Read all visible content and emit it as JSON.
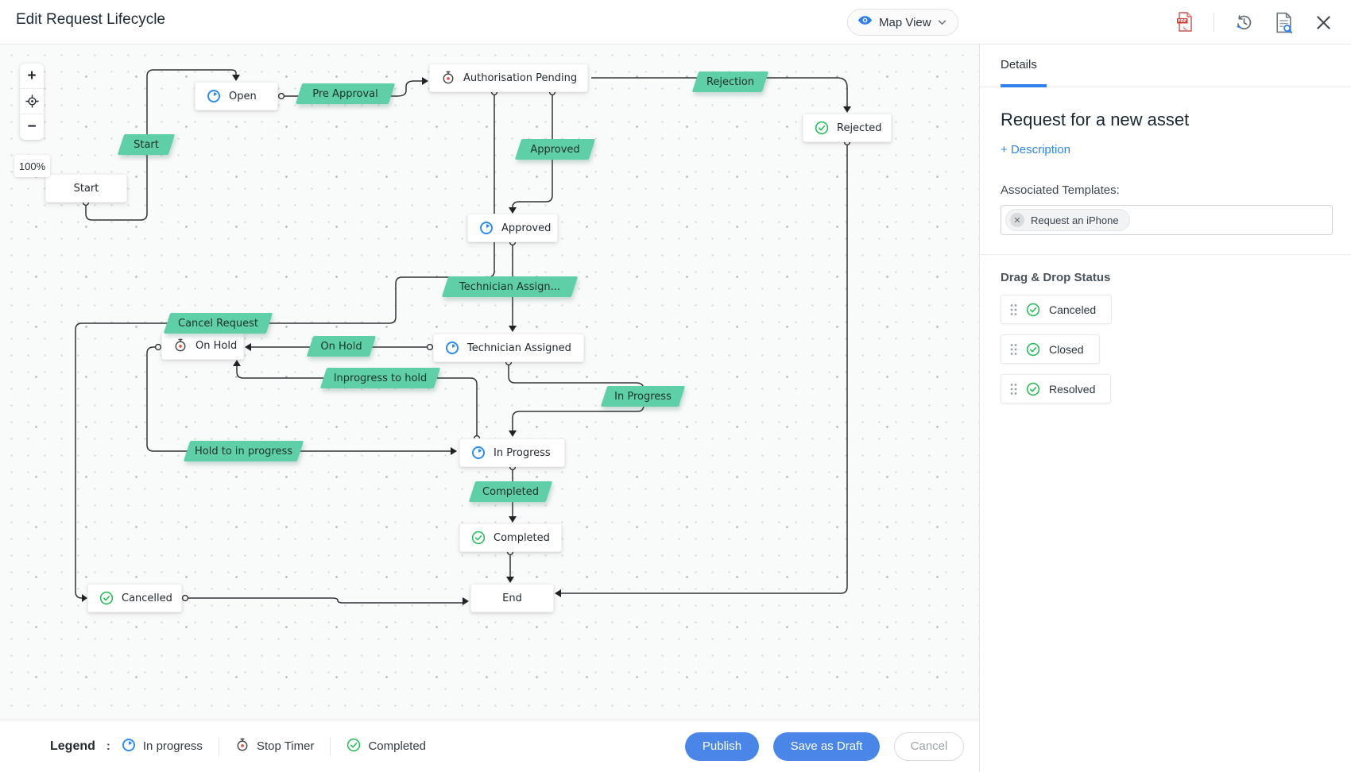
{
  "header": {
    "title": "Edit Request Lifecycle",
    "view_selector": "Map View",
    "tool_icons": [
      "export-pdf",
      "history",
      "document-preview",
      "close"
    ]
  },
  "canvas": {
    "zoom_percent": "100%",
    "zoom_controls": {
      "zoom_in": "+",
      "zoom_out": "−"
    },
    "nodes": [
      {
        "id": "start",
        "label": "Start",
        "icon": null
      },
      {
        "id": "open",
        "label": "Open",
        "icon": "in-progress"
      },
      {
        "id": "auth",
        "label": "Authorisation Pending",
        "icon": "stop-timer"
      },
      {
        "id": "rejected",
        "label": "Rejected",
        "icon": "completed"
      },
      {
        "id": "approved",
        "label": "Approved",
        "icon": "in-progress"
      },
      {
        "id": "tech",
        "label": "Technician Assigned",
        "icon": "in-progress"
      },
      {
        "id": "onhold",
        "label": "On Hold",
        "icon": "stop-timer"
      },
      {
        "id": "inprogress",
        "label": "In Progress",
        "icon": "in-progress"
      },
      {
        "id": "completed",
        "label": "Completed",
        "icon": "completed"
      },
      {
        "id": "cancelled",
        "label": "Cancelled",
        "icon": "completed"
      },
      {
        "id": "end",
        "label": "End",
        "icon": null
      }
    ],
    "edges": [
      {
        "id": "e_start",
        "from": "start",
        "to": "open",
        "label": "Start"
      },
      {
        "id": "e_pre",
        "from": "open",
        "to": "auth",
        "label": "Pre Approval"
      },
      {
        "id": "e_rej",
        "from": "auth",
        "to": "rejected",
        "label": "Rejection"
      },
      {
        "id": "e_appr",
        "from": "auth",
        "to": "approved",
        "label": "Approved"
      },
      {
        "id": "e_cancel",
        "from": "auth",
        "to": "cancelled",
        "label": "Cancel Request"
      },
      {
        "id": "e_tech",
        "from": "approved",
        "to": "tech",
        "label": "Technician Assign..."
      },
      {
        "id": "e_onhold",
        "from": "tech",
        "to": "onhold",
        "label": "On Hold"
      },
      {
        "id": "e_inprog",
        "from": "tech",
        "to": "inprogress",
        "label": "In Progress"
      },
      {
        "id": "e_iph",
        "from": "inprogress",
        "to": "onhold",
        "label": "Inprogress to hold"
      },
      {
        "id": "e_hip",
        "from": "onhold",
        "to": "inprogress",
        "label": "Hold to in progress"
      },
      {
        "id": "e_comp",
        "from": "inprogress",
        "to": "completed",
        "label": "Completed"
      },
      {
        "id": "e_end1",
        "from": "completed",
        "to": "end",
        "label": null
      },
      {
        "id": "e_end2",
        "from": "cancelled",
        "to": "end",
        "label": null
      },
      {
        "id": "e_end3",
        "from": "rejected",
        "to": "end",
        "label": null
      }
    ]
  },
  "sidebar": {
    "tab": "Details",
    "title": "Request for a new asset",
    "description_link": "+ Description",
    "templates_label": "Associated Templates:",
    "template_chip": "Request an iPhone",
    "drag_drop_title": "Drag & Drop Status",
    "statuses": [
      "Canceled",
      "Closed",
      "Resolved"
    ]
  },
  "footer": {
    "legend_label": "Legend",
    "legend_colon": ":",
    "legend_items": [
      {
        "icon": "in-progress-icon",
        "label": "In progress"
      },
      {
        "icon": "stop-timer-icon",
        "label": "Stop Timer"
      },
      {
        "icon": "completed-icon",
        "label": "Completed"
      }
    ],
    "buttons": {
      "publish": "Publish",
      "save_draft": "Save as Draft",
      "cancel": "Cancel"
    }
  },
  "colors": {
    "accent_blue": "#2f80ed",
    "transition_green": "#5ecfa6",
    "status_green": "#2bbd5c",
    "progress_blue": "#2d8cf0",
    "stop_timer_red": "#e8594a",
    "button_blue": "#4a86e8"
  }
}
